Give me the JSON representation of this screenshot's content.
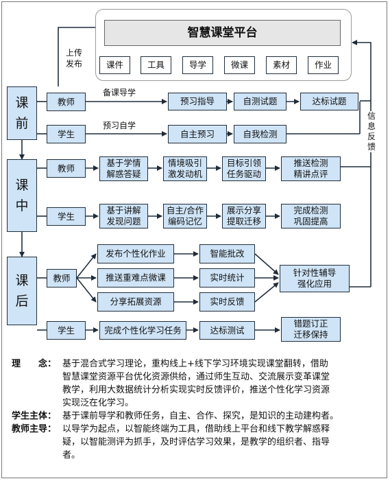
{
  "platform": {
    "title": "智慧课堂平台",
    "resources": [
      "课件",
      "工具",
      "导学",
      "微课",
      "素材",
      "作业"
    ]
  },
  "upload_label": [
    "上传",
    "发布"
  ],
  "feedback_label": [
    "信",
    "息",
    "反",
    "馈"
  ],
  "phases": {
    "pre": [
      "课",
      "前"
    ],
    "in": [
      "课",
      "中"
    ],
    "post": [
      "课",
      "后"
    ]
  },
  "pre_class": {
    "teacher": "教师",
    "teacher_path_label": "备课导学",
    "teacher_steps": [
      "预习指导",
      "自测试题",
      "达标试题"
    ],
    "student": "学生",
    "student_path_label": "预习自学",
    "student_steps": [
      "自主预习",
      "自我检测"
    ]
  },
  "in_class": {
    "teacher": "教师",
    "teacher_steps": [
      [
        "基于学情",
        "解惑答疑"
      ],
      [
        "情境吸引",
        "激发动机"
      ],
      [
        "目标引领",
        "任务驱动"
      ],
      [
        "推送检测",
        "精讲点评"
      ]
    ],
    "student": "学生",
    "student_steps": [
      [
        "基于讲解",
        "发现问题"
      ],
      [
        "自主/合作",
        "编码记忆"
      ],
      [
        "展示分享",
        "提取迁移"
      ],
      [
        "完成检测",
        "巩固提高"
      ]
    ]
  },
  "post_class": {
    "teacher": "教师",
    "teacher_tasks": [
      "发布个性化作业",
      "推送重难点微课",
      "分享拓展资源"
    ],
    "teacher_results": [
      "智能批改",
      "实时统计",
      "实时反馈"
    ],
    "teacher_outcome": [
      "针对性辅导",
      "强化应用"
    ],
    "student": "学生",
    "student_steps": [
      "完成个性化学习任务",
      "达标测试"
    ],
    "student_outcome": [
      "错题订正",
      "迁移保持"
    ]
  },
  "notes": [
    {
      "term": "理　　念：",
      "lines": [
        "基于混合式学习理论，重构线上+线下学习环境实现课堂翻转，借助",
        "智慧课堂资源平台优化资源供给，通过师生互动、交流展示变革课堂",
        "教学，利用大数据统计分析实现实时反馈评价，推送个性化学习资源",
        "实现泛在化学习。"
      ]
    },
    {
      "term": "学生主体：",
      "lines": [
        "基于课前导学和教师任务，自主、合作、探究，是知识的主动建构者。"
      ]
    },
    {
      "term": "教师主导：",
      "lines": [
        "以导学为起点，以智能终端为工具，借助线上平台和线下教学解惑释",
        "疑，以智能测评为抓手，及时评估学习效果，是教学的组织者、指导",
        "者。"
      ]
    }
  ],
  "colors": {
    "box_fill": "#cfe4f6",
    "platform_fill": "#e6e6e6",
    "line": "#1f2d3a"
  }
}
